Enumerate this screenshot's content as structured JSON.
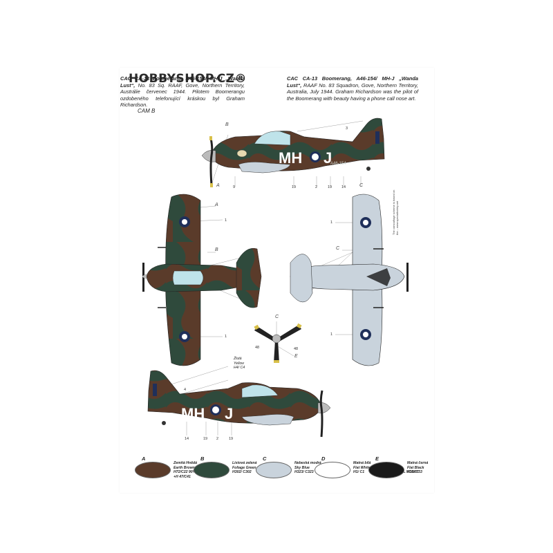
{
  "watermark": "HOBBYSHOP.CZ®",
  "caption_cz": {
    "title": "CAC CA-13 Boomerang, A46-154/ MH-J „Wanda Lust“,",
    "body": "No. 83 Sq. RAAF, Gove, Northern Territory, Austrálie červenec 1944. Pilotem Boomerangu ozdobeného telefonující kráskou byl Graham Richardson."
  },
  "caption_en": {
    "title": "CAC CA-13 Boomerang, A46-154/ MH-J „Wanda Lust“,",
    "body": "RAAF No. 83 Squadron, Gove, Northern Territory, Australia, July 1944. Graham Richardson was the pilot of the Boomerang with beauty having a phone call nose art."
  },
  "cam_label": "CAM B",
  "markings": {
    "code_left": "MH",
    "code_right": "J",
    "serial": "A46-154"
  },
  "callouts": {
    "side_top": {
      "B": "B",
      "A": "A",
      "C": "C",
      "n3": "3",
      "n9": "9",
      "n19a": "19",
      "n2": "2",
      "n19b": "19",
      "n14": "14"
    },
    "plan_top": {
      "A": "A",
      "B": "B",
      "n1a": "1",
      "n1b": "1"
    },
    "plan_bottom": {
      "C": "C",
      "n1a": "1",
      "n1b": "1"
    },
    "prop": {
      "C": "C",
      "E": "E",
      "n48a": "48",
      "n48b": "48"
    },
    "side_bottom": {
      "n4": "4",
      "n14": "14",
      "n19a": "19",
      "n2": "2",
      "n19b": "19"
    }
  },
  "prop_label": "Žlutá\nYellow\nH4/ C4",
  "vertical_note": "The camouflage scheme is based on the... www.specialhobby.net",
  "logo_text": "SPECIAL HOBBY",
  "legend": [
    {
      "letter": "A",
      "text": "Zemitá Hnědá\nEarth Brown\nH72/C22 90%+\n+H 47/C41",
      "color": "#5a3b2a"
    },
    {
      "letter": "B",
      "text": "Listová zelená\nFoliage Green\nH302/ C302",
      "color": "#2f4a3c"
    },
    {
      "letter": "C",
      "text": "Nebeská modrá\nSky Blue\nH323/ C323",
      "color": "#c9d3dc"
    },
    {
      "letter": "D",
      "text": "Matná bílá\nFlat White\nH1/ C1",
      "color": "#ffffff"
    },
    {
      "letter": "E",
      "text": "Matná černá\nFlat Black\nH12/ C33",
      "color": "#1a1a1a"
    }
  ],
  "colors": {
    "earth_brown": "#5a3b2a",
    "foliage_green": "#2f4a3c",
    "sky_blue": "#c9d3dc",
    "roundel_blue": "#1f2f5a",
    "canopy": "#bfe3ea"
  }
}
